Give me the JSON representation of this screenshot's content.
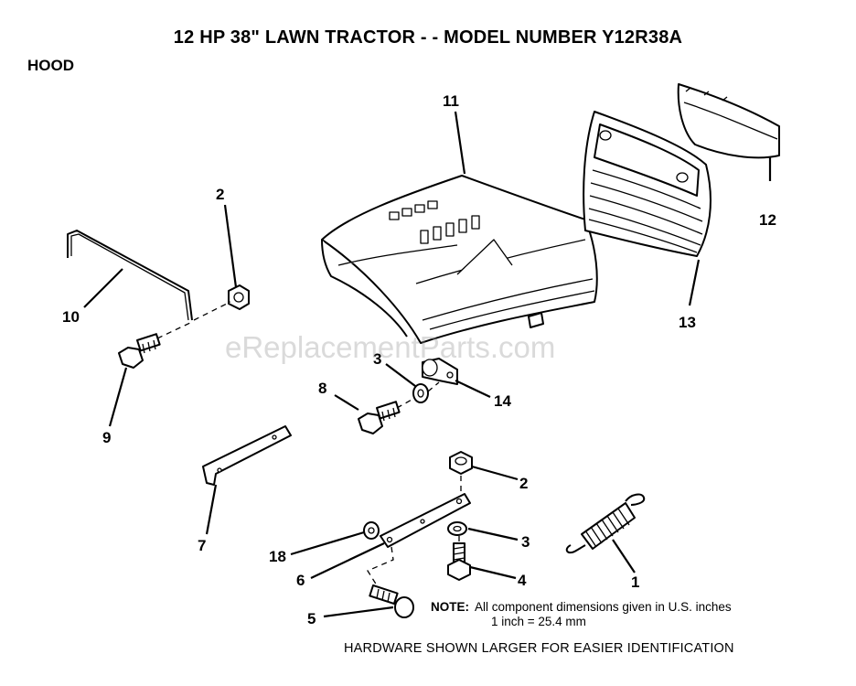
{
  "header": {
    "title": "12 HP 38\" LAWN TRACTOR - - MODEL NUMBER Y12R38A",
    "section": "HOOD"
  },
  "callouts": [
    {
      "id": "c11",
      "label": "11"
    },
    {
      "id": "c2a",
      "label": "2"
    },
    {
      "id": "c12",
      "label": "12"
    },
    {
      "id": "c10",
      "label": "10"
    },
    {
      "id": "c13",
      "label": "13"
    },
    {
      "id": "c3a",
      "label": "3"
    },
    {
      "id": "c9",
      "label": "9"
    },
    {
      "id": "c8",
      "label": "8"
    },
    {
      "id": "c14",
      "label": "14"
    },
    {
      "id": "c2b",
      "label": "2"
    },
    {
      "id": "c7",
      "label": "7"
    },
    {
      "id": "c3b",
      "label": "3"
    },
    {
      "id": "c18",
      "label": "18"
    },
    {
      "id": "c1",
      "label": "1"
    },
    {
      "id": "c4",
      "label": "4"
    },
    {
      "id": "c6",
      "label": "6"
    },
    {
      "id": "c5",
      "label": "5"
    }
  ],
  "note": {
    "label": "NOTE:",
    "line1": "All component dimensions given in U.S. inches",
    "line2": "1 inch = 25.4 mm"
  },
  "footer": "HARDWARE SHOWN LARGER FOR EASIER IDENTIFICATION",
  "watermark": "eReplacementParts.com"
}
